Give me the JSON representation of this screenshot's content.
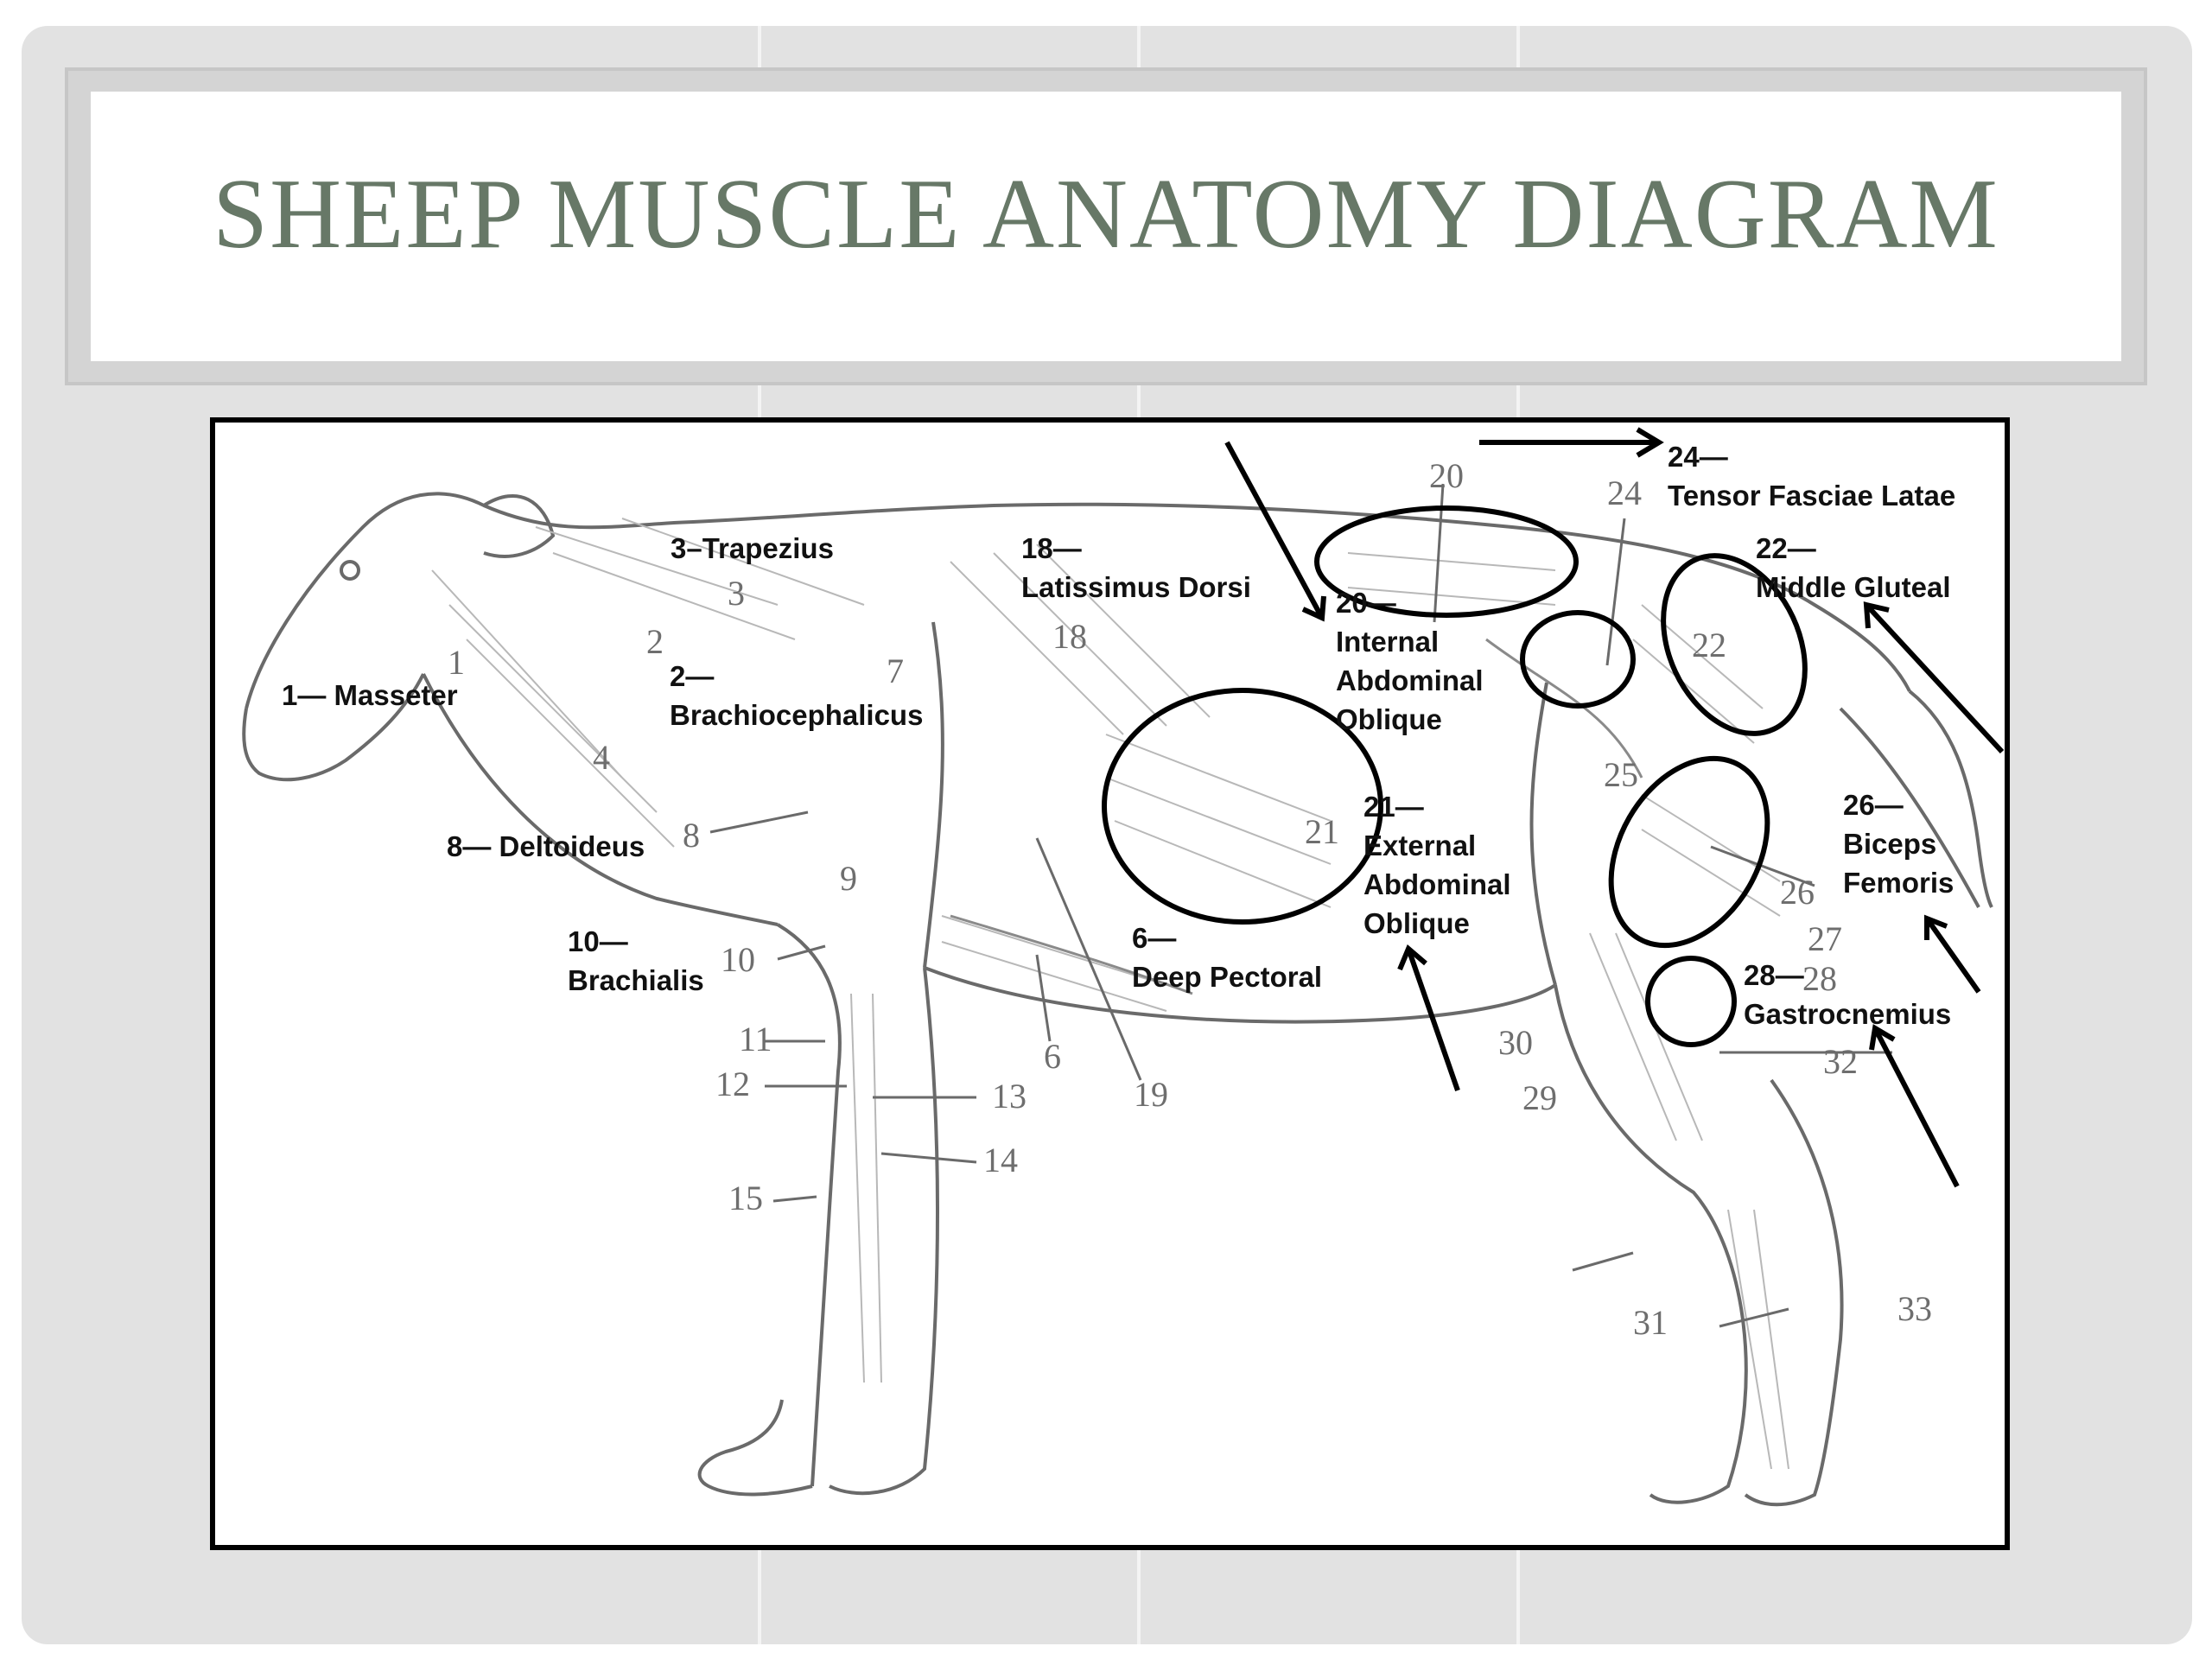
{
  "slide": {
    "title": "SHEEP MUSCLE ANATOMY DIAGRAM",
    "title_color": "#677867",
    "background_color": "#e2e2e2"
  },
  "labels": [
    {
      "id": "masseter",
      "text": "1— Masseter"
    },
    {
      "id": "trapezius",
      "text": "3–Trapezius"
    },
    {
      "id": "brachiocephalicus",
      "num": "2—",
      "name": "Brachiocephalicus"
    },
    {
      "id": "latissimus",
      "num": "18—",
      "name": "Latissimus Dorsi"
    },
    {
      "id": "internal-oblique",
      "num": "20—",
      "name": "Internal",
      "name2": "Abdominal",
      "name3": "Oblique"
    },
    {
      "id": "external-oblique",
      "num": "21—",
      "name": "External",
      "name2": "Abdominal",
      "name3": "Oblique"
    },
    {
      "id": "deltoideus",
      "text": "8— Deltoideus"
    },
    {
      "id": "brachialis",
      "num": "10—",
      "name": "Brachialis"
    },
    {
      "id": "deep-pectoral",
      "num": "6—",
      "name": "Deep Pectoral"
    },
    {
      "id": "tensor",
      "num": "24—",
      "name": "Tensor Fasciae Latae"
    },
    {
      "id": "middle-gluteal",
      "num": "22—",
      "name": "Middle Gluteal"
    },
    {
      "id": "biceps-femoris",
      "num": "26—",
      "name": "Biceps",
      "name2": "Femoris"
    },
    {
      "id": "gastrocnemius",
      "num": "28—",
      "name": "Gastrocnemius"
    }
  ],
  "muscle_numbers": [
    "1",
    "2",
    "3",
    "4",
    "6",
    "7",
    "8",
    "9",
    "10",
    "11",
    "12",
    "13",
    "14",
    "15",
    "18",
    "19",
    "20",
    "21",
    "22",
    "24",
    "25",
    "26",
    "27",
    "28",
    "29",
    "30",
    "31",
    "32",
    "33"
  ]
}
